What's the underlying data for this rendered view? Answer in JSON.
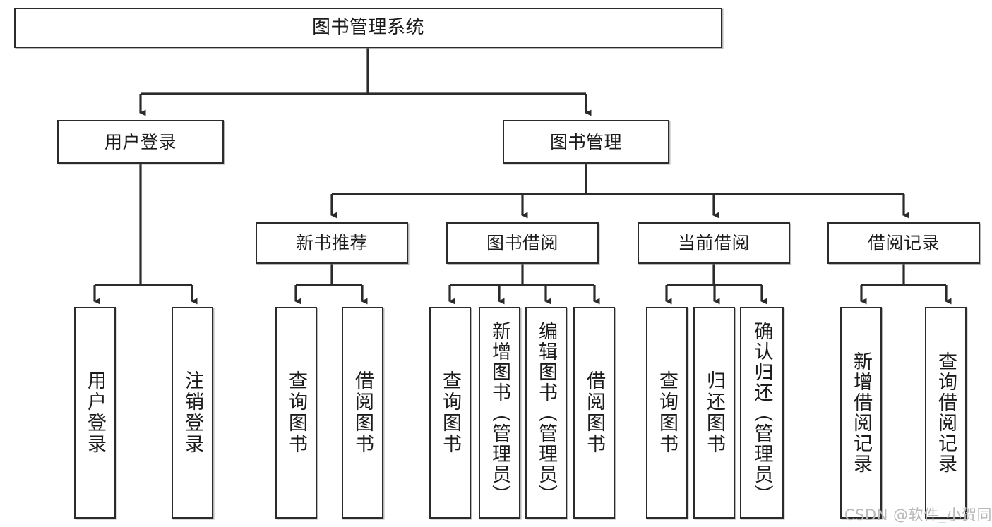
{
  "diagram": {
    "title": "图书管理系统",
    "type": "tree-hierarchy",
    "watermark": "CSDN @软件_小贺同学",
    "colors": {
      "box_border": "#2b2b2b",
      "box_fill": "#ffffff",
      "connector": "#2b2b2b",
      "text": "#1b1b1b",
      "watermark": "#b9b9b9"
    },
    "nodes": {
      "root": {
        "label": "图书管理系统"
      },
      "level2": [
        {
          "id": "user-login",
          "label": "用户登录"
        },
        {
          "id": "book-management",
          "label": "图书管理"
        }
      ],
      "level3": [
        {
          "id": "new-book-recommend",
          "label": "新书推荐"
        },
        {
          "id": "book-borrow",
          "label": "图书借阅"
        },
        {
          "id": "current-borrow",
          "label": "当前借阅"
        },
        {
          "id": "borrow-record",
          "label": "借阅记录"
        }
      ],
      "leaves": [
        {
          "id": "leaf-user-login",
          "label": "用户登录",
          "parent": "user-login"
        },
        {
          "id": "leaf-user-logout",
          "label": "注销登录",
          "parent": "user-login"
        },
        {
          "id": "leaf-query-book-1",
          "label": "查询图书",
          "parent": "new-book-recommend"
        },
        {
          "id": "leaf-borrow-book-1",
          "label": "借阅图书",
          "parent": "new-book-recommend"
        },
        {
          "id": "leaf-query-book-2",
          "label": "查询图书",
          "parent": "book-borrow"
        },
        {
          "id": "leaf-add-book",
          "label": "新增图书（管理员）",
          "parent": "book-borrow"
        },
        {
          "id": "leaf-edit-book",
          "label": "编辑图书（管理员）",
          "parent": "book-borrow"
        },
        {
          "id": "leaf-borrow-book-2",
          "label": "借阅图书",
          "parent": "book-borrow"
        },
        {
          "id": "leaf-query-book-3",
          "label": "查询图书",
          "parent": "current-borrow"
        },
        {
          "id": "leaf-return-book",
          "label": "归还图书",
          "parent": "current-borrow"
        },
        {
          "id": "leaf-confirm-return",
          "label": "确认归还（管理员）",
          "parent": "current-borrow"
        },
        {
          "id": "leaf-add-record",
          "label": "新增借阅记录",
          "parent": "borrow-record"
        },
        {
          "id": "leaf-query-record",
          "label": "查询借阅记录",
          "parent": "borrow-record"
        }
      ]
    }
  }
}
